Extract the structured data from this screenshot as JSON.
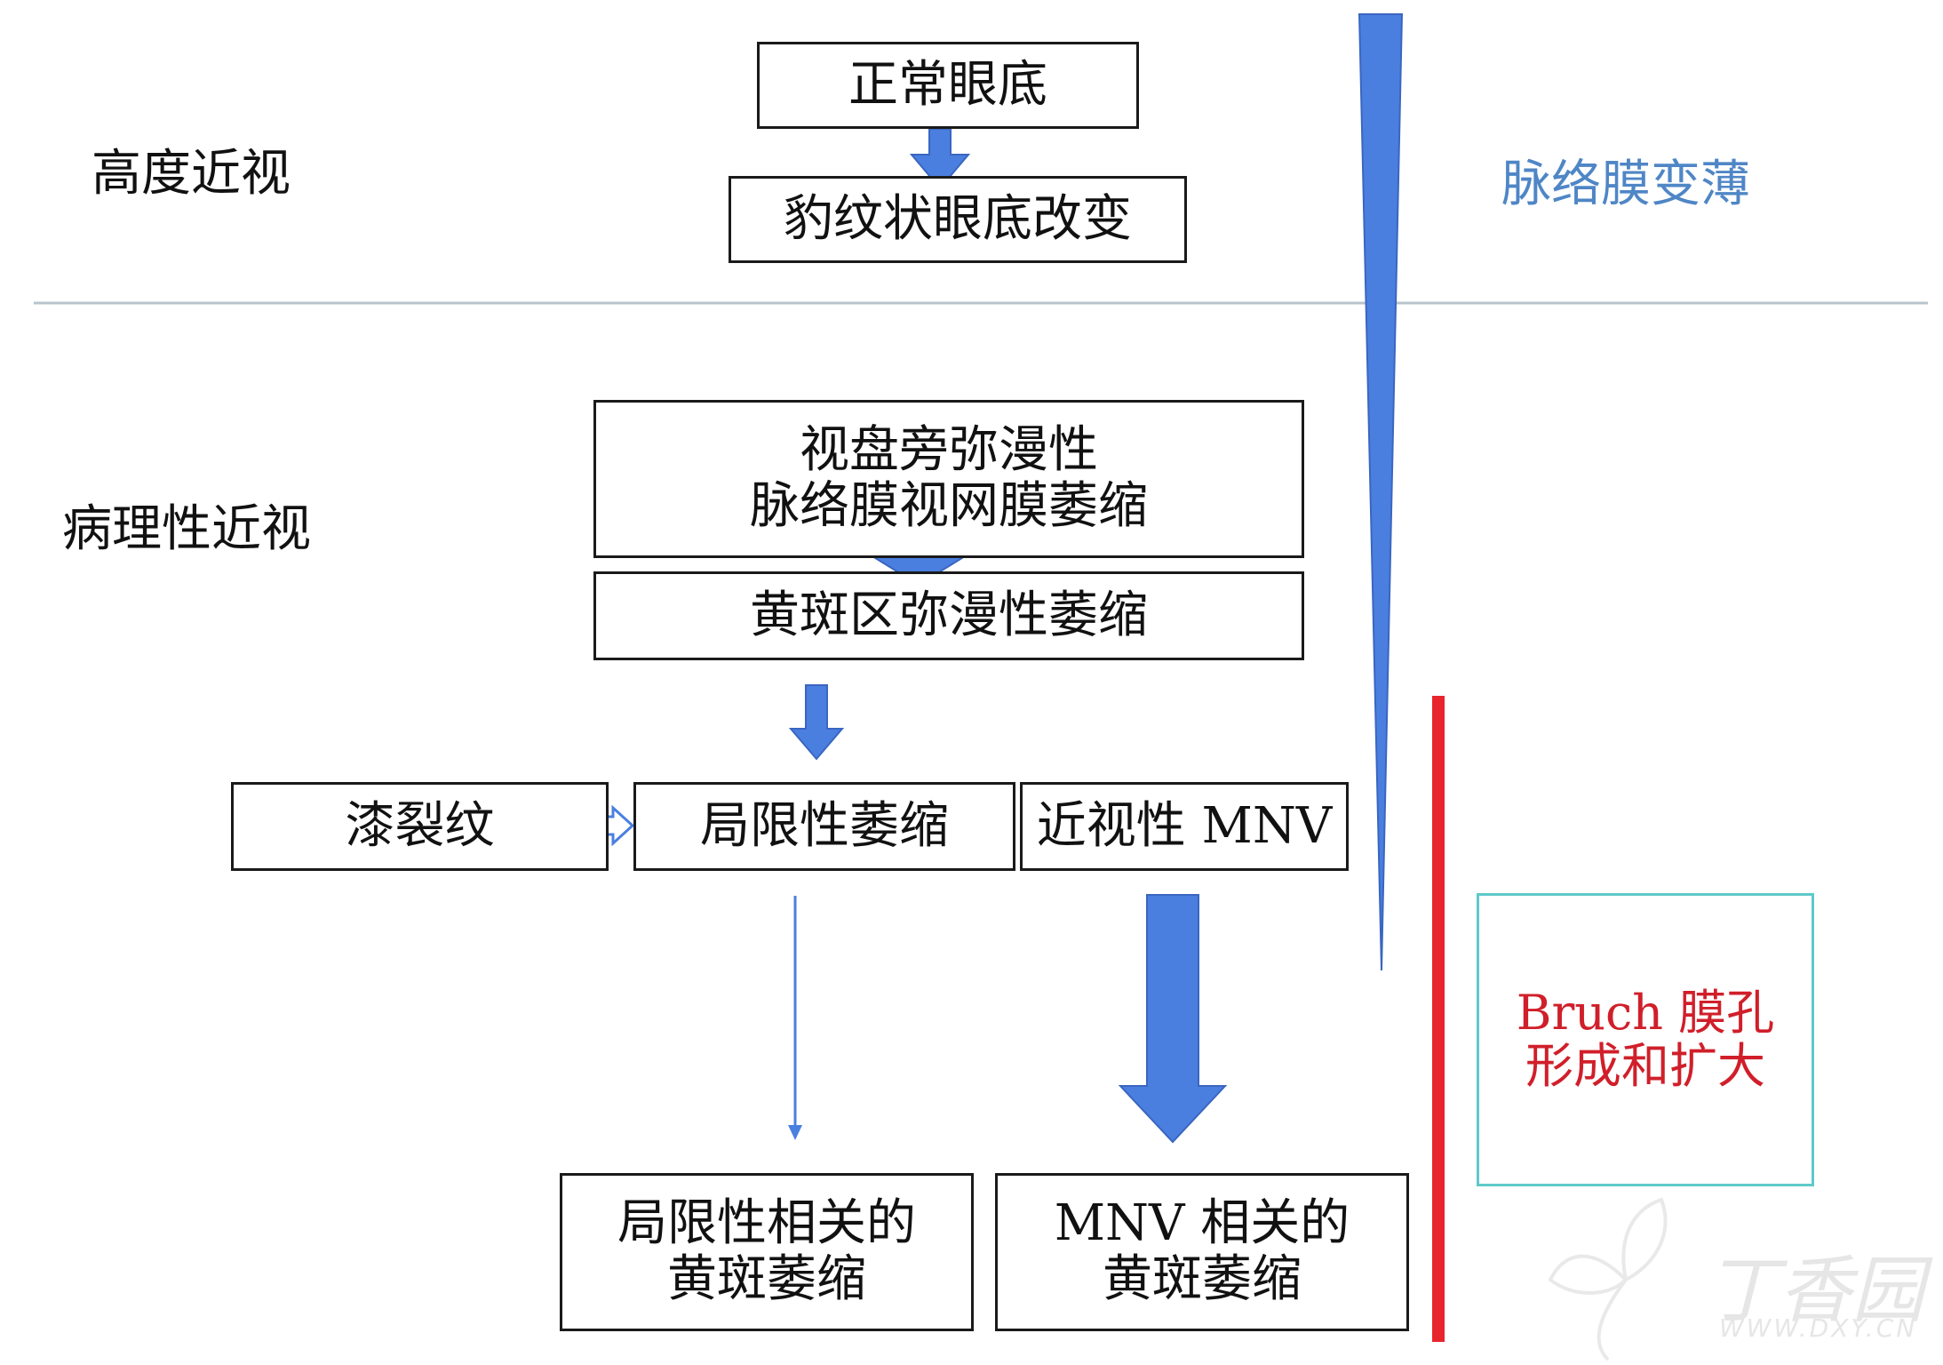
{
  "labels": {
    "high_myopia": "高度近视",
    "pathologic_myopia": "病理性近视",
    "choroid_thinning": "脉络膜变薄",
    "bruch_line1": "Bruch 膜孔",
    "bruch_line2": "形成和扩大"
  },
  "boxes": {
    "normal_fundus": "正常眼底",
    "tessellated_fundus": "豹纹状眼底改变",
    "peripapillary_line1": "视盘旁弥漫性",
    "peripapillary_line2": "脉络膜视网膜萎缩",
    "macular_diffuse": "黄斑区弥漫性萎缩",
    "lacquer_cracks": "漆裂纹",
    "patchy_atrophy": "局限性萎缩",
    "myopic_mnv": "近视性 MNV",
    "patchy_related_line1": "局限性相关的",
    "patchy_related_line2": "黄斑萎缩",
    "mnv_related_line1": "MNV 相关的",
    "mnv_related_line2": "黄斑萎缩"
  },
  "watermark": {
    "brand": "丁香园",
    "url": "WWW.DXY.CN"
  },
  "colors": {
    "arrow_blue": "#4a7fe0",
    "choroid_text": "#4f86c6",
    "bruch_text": "#d01f2a",
    "red_bar": "#e8242c",
    "teal_border": "#5fc9c9",
    "divider": "#b8c4cc"
  }
}
